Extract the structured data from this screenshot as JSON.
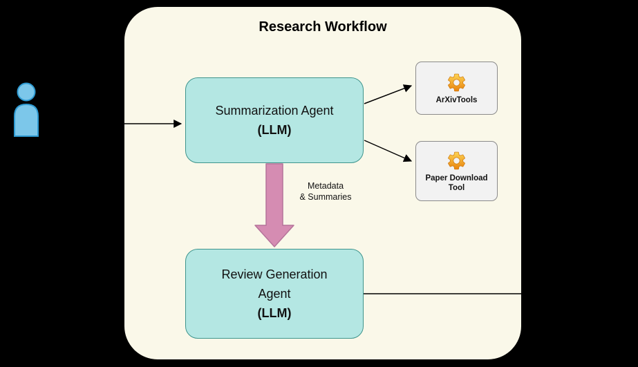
{
  "title": "Research Workflow",
  "actor": {
    "icon": "person-icon"
  },
  "nodes": {
    "summarization": {
      "title": "Summarization Agent",
      "subtitle": "(LLM)"
    },
    "review": {
      "title_line1": "Review Generation",
      "title_line2": "Agent",
      "subtitle": "(LLM)"
    },
    "arxivtools": {
      "label": "ArXivTools",
      "icon": "gear-icon"
    },
    "paper_download": {
      "label_line1": "Paper Download",
      "label_line2": "Tool",
      "icon": "gear-icon"
    }
  },
  "edges": {
    "metadata_label_line1": "Metadata",
    "metadata_label_line2": "& Summaries"
  },
  "colors": {
    "background": "#000000",
    "container_fill": "#faf8e9",
    "agent_fill": "#b4e7e3",
    "agent_stroke": "#3d948c",
    "tool_fill": "#f2f2f2",
    "tool_stroke": "#8a8a8a",
    "thick_arrow_fill": "#d58cb2",
    "thick_arrow_stroke": "#b5739a",
    "gear_orange": "#e8820c",
    "person_blue": "#7cc7ea",
    "connector_black": "#000000"
  }
}
